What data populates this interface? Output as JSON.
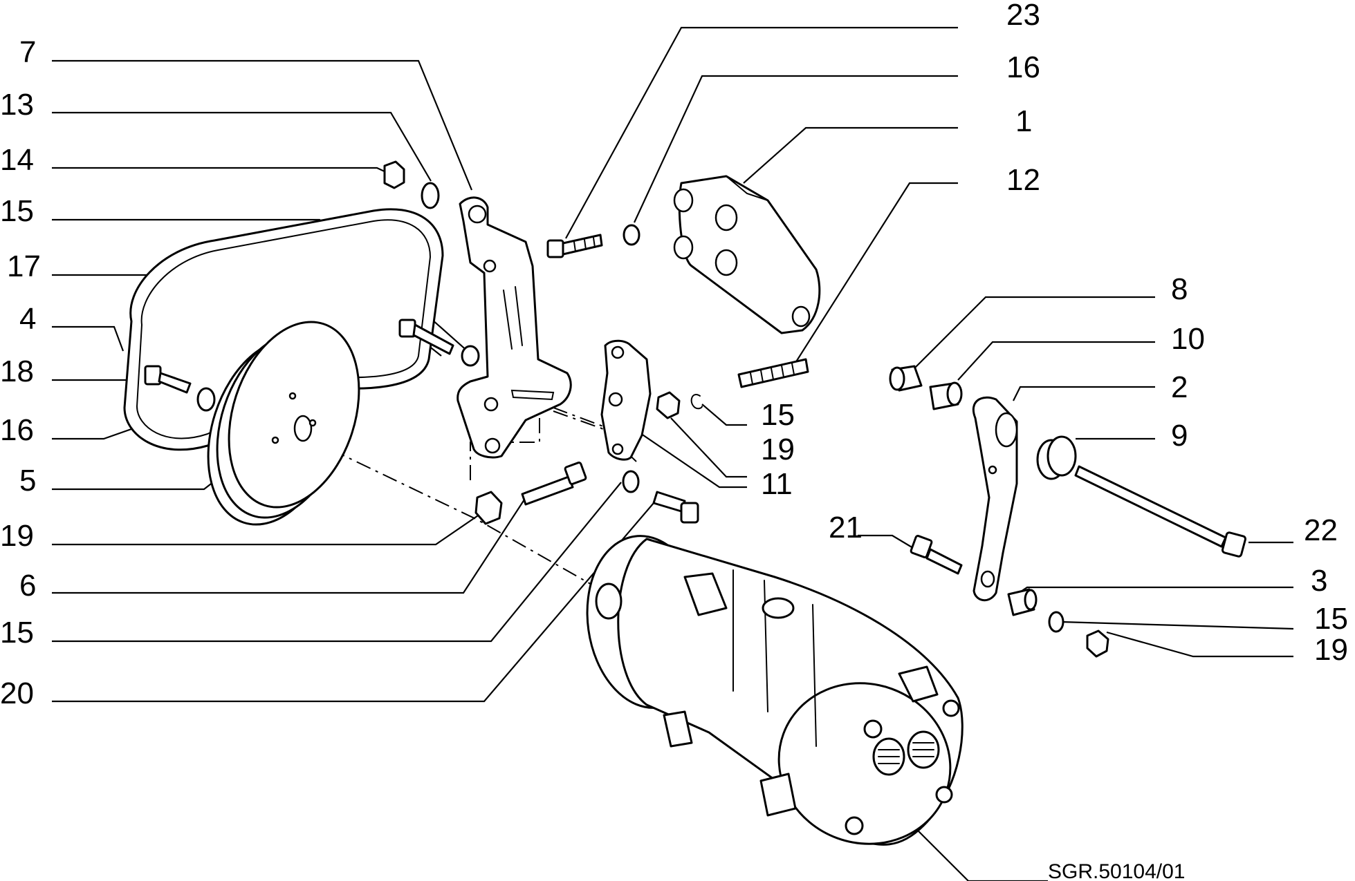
{
  "diagram": {
    "reference_code": "SGR.50104/01",
    "callouts": [
      {
        "id": "c-23-top",
        "text": "23"
      },
      {
        "id": "c-16-top",
        "text": "16"
      },
      {
        "id": "c-1",
        "text": "1"
      },
      {
        "id": "c-12",
        "text": "12"
      },
      {
        "id": "c-7",
        "text": "7"
      },
      {
        "id": "c-13",
        "text": "13"
      },
      {
        "id": "c-14",
        "text": "14"
      },
      {
        "id": "c-15-left-a",
        "text": "15"
      },
      {
        "id": "c-17",
        "text": "17"
      },
      {
        "id": "c-4",
        "text": "4"
      },
      {
        "id": "c-18",
        "text": "18"
      },
      {
        "id": "c-16-left",
        "text": "16"
      },
      {
        "id": "c-5",
        "text": "5"
      },
      {
        "id": "c-19-left",
        "text": "19"
      },
      {
        "id": "c-6",
        "text": "6"
      },
      {
        "id": "c-15-left-b",
        "text": "15"
      },
      {
        "id": "c-20",
        "text": "20"
      },
      {
        "id": "c-15-mid",
        "text": "15"
      },
      {
        "id": "c-19-mid",
        "text": "19"
      },
      {
        "id": "c-11",
        "text": "11"
      },
      {
        "id": "c-8",
        "text": "8"
      },
      {
        "id": "c-10",
        "text": "10"
      },
      {
        "id": "c-2",
        "text": "2"
      },
      {
        "id": "c-9",
        "text": "9"
      },
      {
        "id": "c-21",
        "text": "21"
      },
      {
        "id": "c-22",
        "text": "22"
      },
      {
        "id": "c-3",
        "text": "3"
      },
      {
        "id": "c-15-right",
        "text": "15"
      },
      {
        "id": "c-19-right",
        "text": "19"
      }
    ]
  }
}
